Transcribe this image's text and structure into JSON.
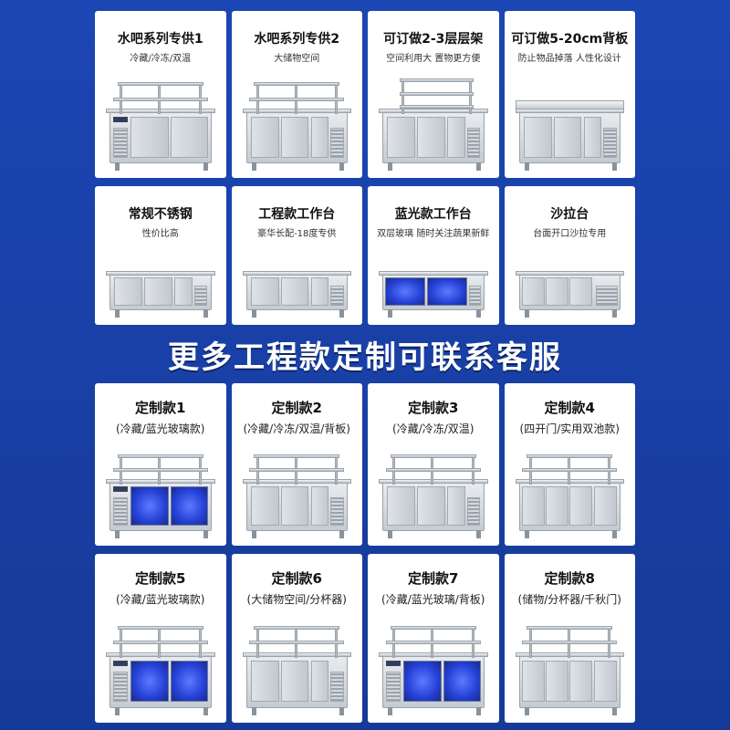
{
  "row1": [
    {
      "title": "水吧系列专供1",
      "sub": "冷藏/冷冻/双温",
      "style": "bar1"
    },
    {
      "title": "水吧系列专供2",
      "sub": "大储物空间",
      "style": "bar2"
    },
    {
      "title": "可订做2-3层层架",
      "sub": "空间利用大 置物更方便",
      "style": "shelf"
    },
    {
      "title": "可订做5-20cm背板",
      "sub": "防止物品掉落 人性化设计",
      "style": "back"
    }
  ],
  "row2": [
    {
      "title": "常规不锈钢",
      "sub": "性价比高",
      "style": "plain"
    },
    {
      "title": "工程款工作台",
      "sub": "豪华长配-18度专供",
      "style": "plain2"
    },
    {
      "title": "蓝光款工作台",
      "sub": "双层玻璃 随时关注蔬果新鲜",
      "style": "blue"
    },
    {
      "title": "沙拉台",
      "sub": "台面开口沙拉专用",
      "style": "salad"
    }
  ],
  "banner": "更多工程款定制可联系客服",
  "row3": [
    {
      "title": "定制款1",
      "sub": "(冷藏/蓝光玻璃款)",
      "style": "c-blue"
    },
    {
      "title": "定制款2",
      "sub": "(冷藏/冷冻/双温/背板)",
      "style": "c-steel"
    },
    {
      "title": "定制款3",
      "sub": "(冷藏/冷冻/双温)",
      "style": "c-steel"
    },
    {
      "title": "定制款4",
      "sub": "(四开门/实用双池款)",
      "style": "c-four"
    }
  ],
  "row4": [
    {
      "title": "定制款5",
      "sub": "(冷藏/蓝光玻璃款)",
      "style": "c-blue"
    },
    {
      "title": "定制款6",
      "sub": "(大储物空间/分杯器)",
      "style": "c-steel"
    },
    {
      "title": "定制款7",
      "sub": "(冷藏/蓝光玻璃/背板)",
      "style": "c-blue"
    },
    {
      "title": "定制款8",
      "sub": "(储物/分杯器/千秋门)",
      "style": "c-four"
    }
  ],
  "colors": {
    "background": "#1c46b4",
    "card": "#ffffff",
    "glass_blue": "#2541d6"
  }
}
